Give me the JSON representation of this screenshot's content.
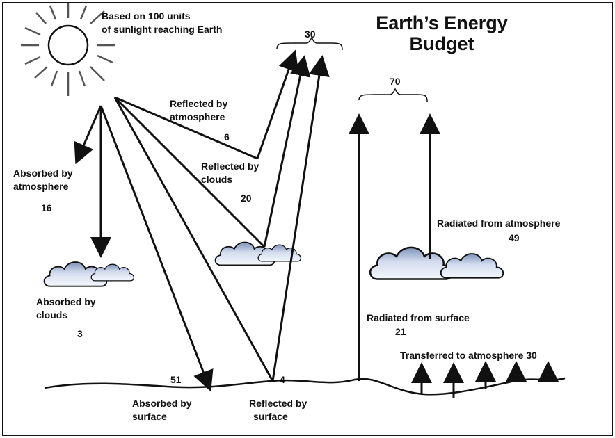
{
  "title": {
    "line1": "Earth’s Energy",
    "line2": "Budget"
  },
  "intro": {
    "line1": "Based on 100 units",
    "line2": "of sunlight reaching Earth"
  },
  "labels": {
    "reflected_atmosphere": {
      "line1": "Reflected by",
      "line2": "atmosphere",
      "value": "6"
    },
    "reflected_clouds": {
      "line1": "Reflected by",
      "line2": "clouds",
      "value": "20"
    },
    "absorbed_atmosphere": {
      "line1": "Absorbed by",
      "line2": "atmosphere",
      "value": "16"
    },
    "absorbed_clouds": {
      "line1": "Absorbed by",
      "line2": "clouds",
      "value": "3"
    },
    "absorbed_surface": {
      "line1": "Absorbed by",
      "line2": "surface",
      "value": "51"
    },
    "reflected_surface": {
      "line1": "Reflected by",
      "line2": "surface",
      "value": "4"
    },
    "radiated_atmosphere": {
      "line1": "Radiated from atmosphere",
      "value": "49"
    },
    "radiated_surface": {
      "line1": "Radiated from surface",
      "value": "21"
    },
    "transferred": {
      "line1": "Transferred to atmosphere 30"
    }
  },
  "totals": {
    "reflected": "30",
    "radiated": "70"
  },
  "colors": {
    "line": "#111111",
    "cloud_light": "#e8eef8",
    "cloud_dark": "#7f92b8"
  },
  "icons": [
    "sun-icon",
    "cloud-icon"
  ]
}
